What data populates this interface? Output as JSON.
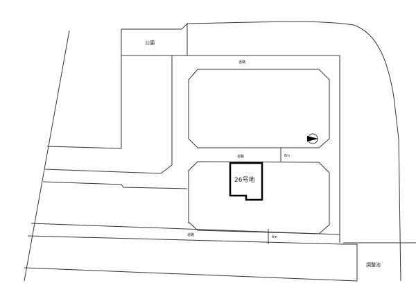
{
  "labels": {
    "park": "公園",
    "road_top": "道路",
    "road_middle": "道路",
    "road_middle_width": "6m",
    "road_bottom": "道路",
    "road_bottom_width": "6m",
    "lot": "26号地",
    "retention_pond": "調整池"
  },
  "icons": {
    "north_arrow": "north-arrow-icon"
  }
}
